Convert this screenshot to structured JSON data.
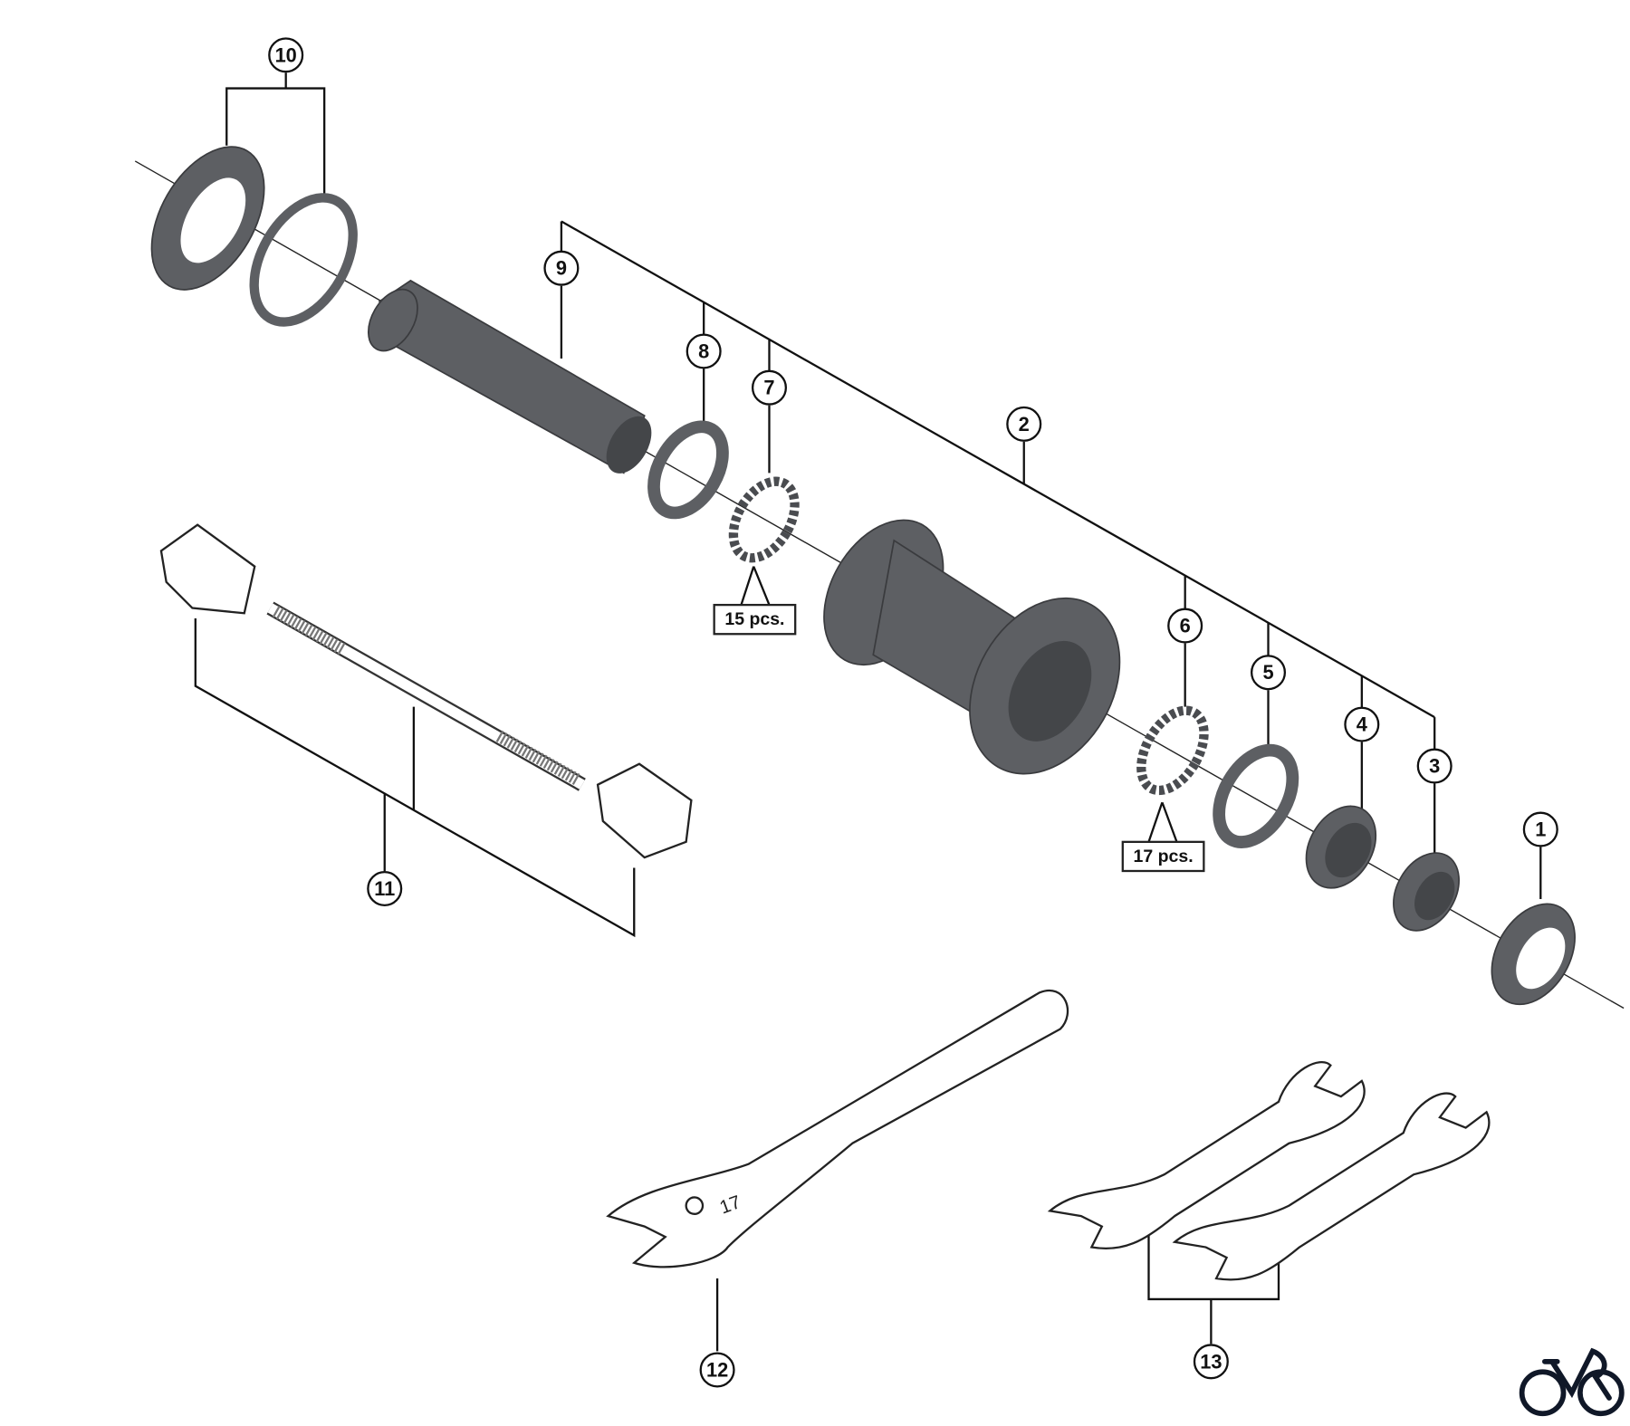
{
  "diagram": {
    "callouts": [
      "1",
      "2",
      "3",
      "4",
      "5",
      "6",
      "7",
      "8",
      "9",
      "10",
      "11",
      "12",
      "13"
    ],
    "quantities": {
      "balls_left": "15 pcs.",
      "balls_right": "17 pcs."
    },
    "wrench_size": "17",
    "colors": {
      "part": "#5d5f63",
      "line": "#111111",
      "logo": "#101828"
    }
  }
}
